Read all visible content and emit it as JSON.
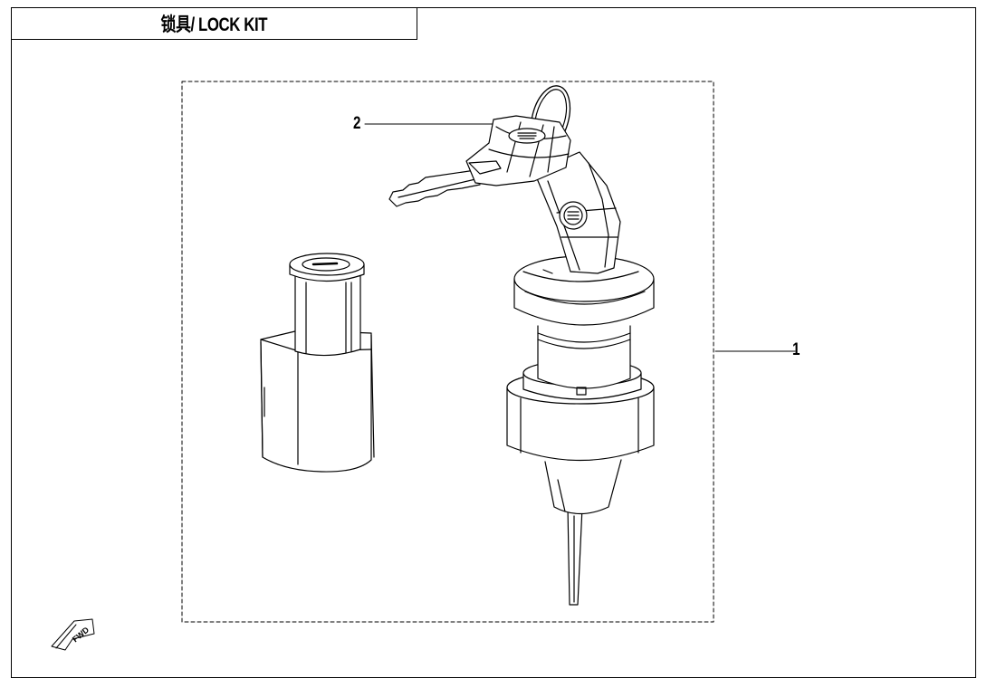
{
  "title": "锁具/ LOCK KIT",
  "callouts": [
    {
      "label": "1",
      "part": "ignition-lock-assembly"
    },
    {
      "label": "2",
      "part": "key"
    }
  ],
  "fwd_marker": "FWD",
  "colors": {
    "line": "#000000",
    "background": "#ffffff"
  }
}
